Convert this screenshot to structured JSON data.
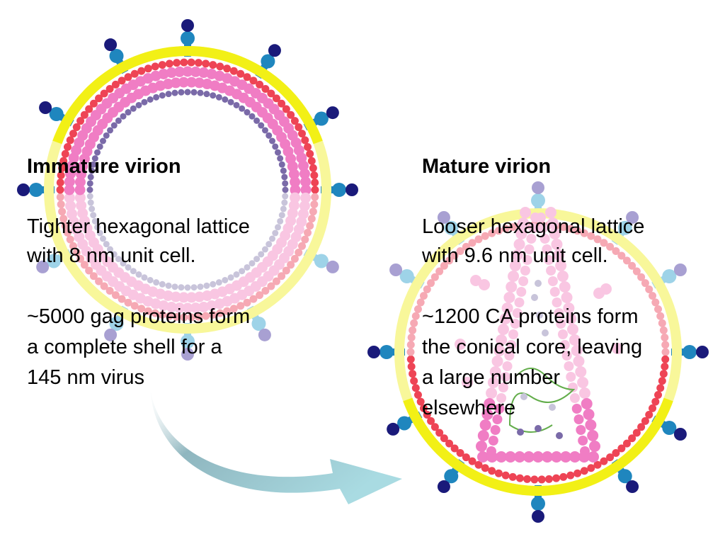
{
  "colors": {
    "membrane_yellow": "#f2f016",
    "membrane_light": "#f8f79a",
    "lipid_red": "#ee4455",
    "gag_pink": "#f07dc4",
    "gag_light": "#f9c6e2",
    "na_purple": "#7a6aa8",
    "na_light": "#c8c4da",
    "stem_blue": "#1f86be",
    "stem_light": "#9ed3e8",
    "knob_navy": "#1a1a7a",
    "knob_lavender": "#a8a0d2",
    "arrow_teal": "#a9dbe2",
    "rna_green": "#63ad4b"
  },
  "icons": {
    "virion_left": "immature-virion-icon",
    "virion_right": "mature-virion-icon",
    "arrow": "maturation-arrow-icon"
  },
  "immature": {
    "title": "Immature virion",
    "desc_line1": "Tighter hexagonal lattice",
    "desc_line2": "with 8 nm unit cell.",
    "count_line1": "~5000 gag proteins form",
    "count_line2": "a complete shell for a",
    "count_line3": "145 nm virus"
  },
  "mature": {
    "title": "Mature virion",
    "desc_line1": "Looser hexagonal lattice",
    "desc_line2": "with 9.6 nm unit cell.",
    "count_line1": "~1200 CA proteins form",
    "count_line2": "the conical core, leaving",
    "count_line3": "a large number",
    "count_line4": "elsewhere"
  }
}
